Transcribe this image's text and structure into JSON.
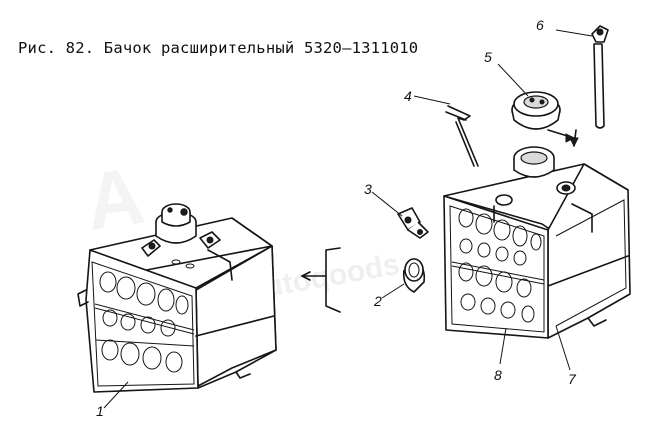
{
  "caption": "Рис. 82. Бачок расширительный 5320—1311010",
  "callouts": {
    "c1": "1",
    "c2": "2",
    "c3": "3",
    "c4": "4",
    "c5": "5",
    "c6": "6",
    "c7": "7",
    "c8": "8"
  },
  "watermark": "autoqoods"
}
